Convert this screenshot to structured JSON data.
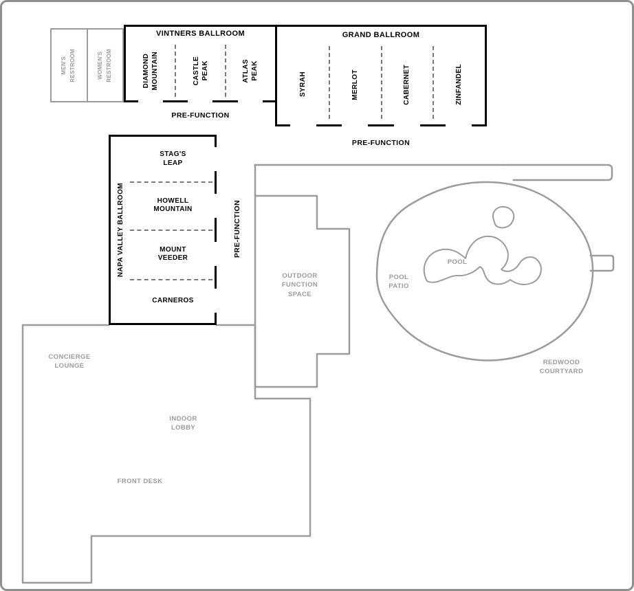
{
  "vintners": {
    "title": "VINTNERS BALLROOM",
    "prefunction": "PRE-FUNCTION",
    "rooms": [
      "DIAMOND\nMOUNTAIN",
      "CASTLE\nPEAK",
      "ATLAS\nPEAK"
    ]
  },
  "grand": {
    "title": "GRAND BALLROOM",
    "prefunction": "PRE-FUNCTION",
    "rooms": [
      "SYRAH",
      "MERLOT",
      "CABERNET",
      "ZINFANDEL"
    ]
  },
  "napa": {
    "title": "NAPA VALLEY BALLROOM",
    "prefunction": "PRE-FUNCTION",
    "rooms": [
      "STAG'S\nLEAP",
      "HOWELL\nMOUNTAIN",
      "MOUNT\nVEEDER",
      "CARNEROS"
    ]
  },
  "restrooms": {
    "mens": "MEN'S\nRESTROOM",
    "womens": "WOMEN'S\nRESTROOM"
  },
  "areas": {
    "outdoor_function_space": "OUTDOOR\nFUNCTION\nSPACE",
    "pool": "POOL",
    "pool_patio": "POOL\nPATIO",
    "redwood_courtyard": "REDWOOD\nCOURTYARD",
    "concierge_lounge": "CONCIERGE\nLOUNGE",
    "indoor_lobby": "INDOOR\nLOBBY",
    "front_desk": "FRONT DESK"
  },
  "colors": {
    "ballroom_border": "#000000",
    "architecture_outline": "#9b9b9b",
    "label_black": "#000000",
    "label_gray": "#9b9b9b",
    "divider_dash": "#7a7a7a"
  }
}
